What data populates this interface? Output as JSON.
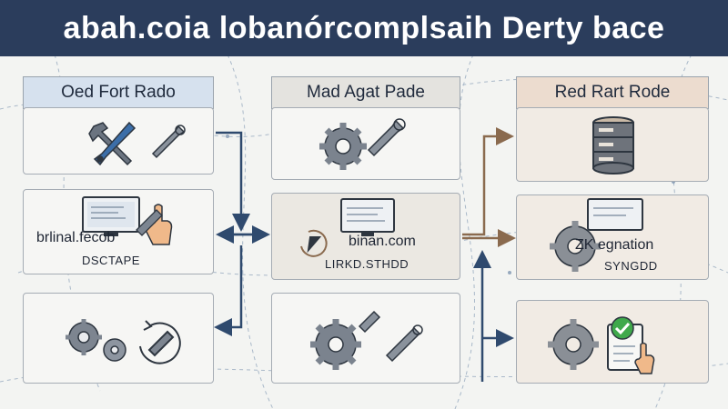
{
  "title": "abah.coia lobanórcomplsaih Derty bace",
  "columns": [
    {
      "header": "Oed Fort Rado"
    },
    {
      "header": "Mad Agat Pade"
    },
    {
      "header": "Red Rart Rode"
    }
  ],
  "cards": {
    "c1r2": {
      "line1": "brlinal.fecob",
      "line2": "DSCTAPE"
    },
    "c2r2": {
      "line1": "binan.com",
      "line2": "LIRKD.STHDD"
    },
    "c3r2": {
      "line1": "ZK egnation",
      "line2": "SYNGDD"
    }
  },
  "colors": {
    "title_bg": "#2b3d5c",
    "col1_header_bg": "#d6e1ee",
    "col2_header_bg": "#e4e3df",
    "col3_header_bg": "#ecdccf",
    "arrow_blue": "#2f4a6e",
    "arrow_brown": "#8a6a4e",
    "check_green": "#3fa94b"
  },
  "icons": [
    "wrench-screwdriver-icon",
    "gear-wrench-icon",
    "database-icon",
    "monitor-icon",
    "hand-pointer-icon",
    "gears-icon",
    "refresh-wrench-icon",
    "gear-icon",
    "checklist-icon"
  ]
}
